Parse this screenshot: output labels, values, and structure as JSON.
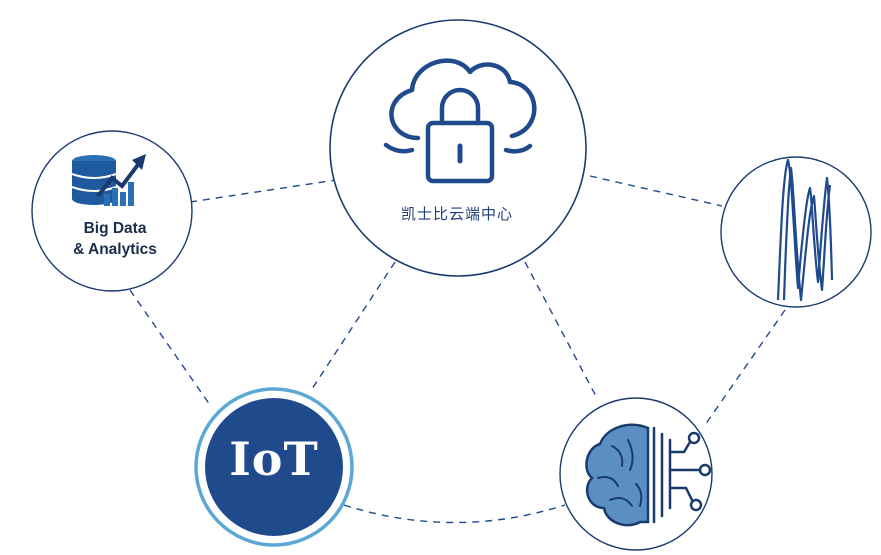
{
  "nodes": {
    "cloud": {
      "label": "凯士比云端中心",
      "icon": "cloud-lock-icon"
    },
    "big_data": {
      "label_line1": "Big Data",
      "label_line2": "& Analytics",
      "icon": "database-growth-icon"
    },
    "signal": {
      "icon": "waveform-icon"
    },
    "iot": {
      "label": "IoT",
      "icon": "iot-badge"
    },
    "ai": {
      "icon": "brain-circuit-icon"
    }
  },
  "colors": {
    "primary": "#1f4a8c",
    "iot_fill": "#1f4a8c",
    "accent_ring": "#5ba8d6",
    "brain_fill": "#5b8fc4",
    "line": "#1f4a8c",
    "node_border": "#1a3a6e"
  }
}
